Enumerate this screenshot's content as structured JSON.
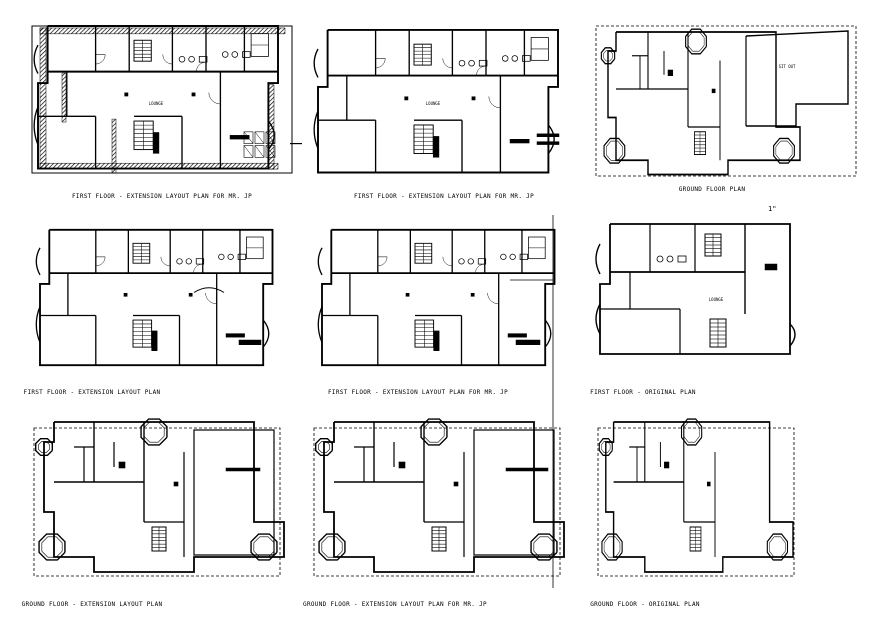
{
  "sheet": {
    "plans": [
      {
        "id": "p1",
        "caption": "FIRST FLOOR - EXTENSION LAYOUT PLAN FOR MR. JP",
        "kind": "first",
        "variant": "hatched",
        "rooms": [
          "LOUNGE"
        ]
      },
      {
        "id": "p2",
        "caption": "FIRST FLOOR - EXTENSION LAYOUT PLAN FOR MR. JP",
        "kind": "first",
        "variant": "plain",
        "rooms": [
          "LOUNGE"
        ]
      },
      {
        "id": "p3",
        "caption": "GROUND FLOOR PLAN",
        "kind": "ground-sitout",
        "variant": "dashed",
        "rooms": [
          "SIT OUT"
        ]
      },
      {
        "id": "p4",
        "caption": "FIRST FLOOR - EXTENSION LAYOUT PLAN",
        "kind": "first",
        "variant": "plain",
        "rooms": []
      },
      {
        "id": "p5",
        "caption": "FIRST FLOOR - EXTENSION LAYOUT PLAN FOR MR. JP",
        "kind": "first",
        "variant": "plain",
        "rooms": []
      },
      {
        "id": "p6",
        "caption": "FIRST FLOOR - ORIGINAL PLAN",
        "kind": "first-original",
        "variant": "plain",
        "rooms": [
          "LOUNGE"
        ]
      },
      {
        "id": "p7",
        "caption": "GROUND FLOOR - EXTENSION LAYOUT PLAN",
        "kind": "ground",
        "variant": "dashed",
        "rooms": []
      },
      {
        "id": "p8",
        "caption": "GROUND FLOOR - EXTENSION LAYOUT PLAN FOR MR. JP",
        "kind": "ground",
        "variant": "dashed",
        "rooms": []
      },
      {
        "id": "p9",
        "caption": "GROUND FLOOR - ORIGINAL PLAN",
        "kind": "ground",
        "variant": "dashed",
        "rooms": []
      }
    ],
    "corner_mark": "1\""
  },
  "colors": {
    "line": "#000000",
    "background": "#ffffff",
    "hatch": "#000000"
  }
}
